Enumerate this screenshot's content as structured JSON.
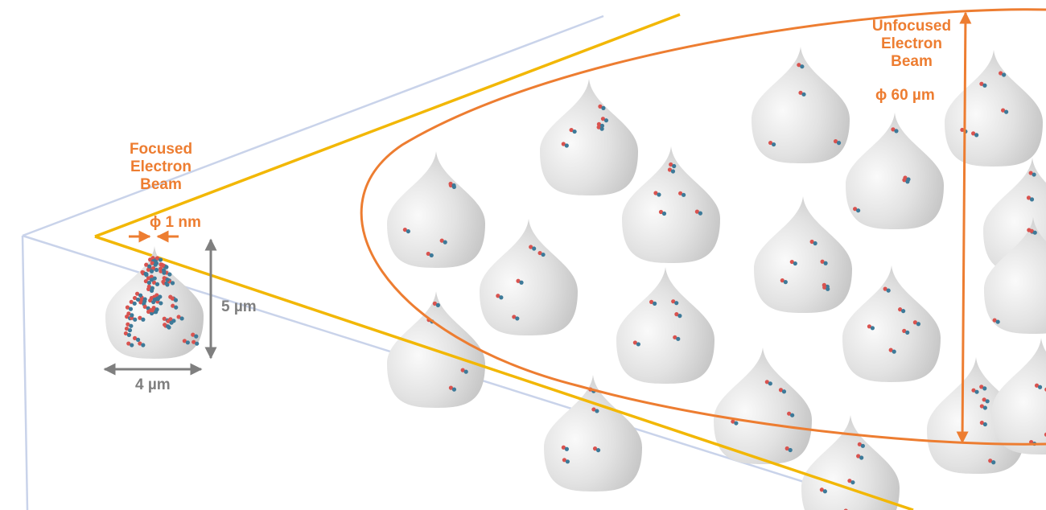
{
  "labels": {
    "focused_line1": "Focused",
    "focused_line2": "Electron",
    "focused_line3": "Beam",
    "focused_diameter": "ϕ 1 nm",
    "height": "5 µm",
    "width": "4 µm",
    "unfocused_line1": "Unfocused",
    "unfocused_line2": "Electron",
    "unfocused_line3": "Beam",
    "unfocused_diameter": "ϕ 60 µm"
  },
  "colors": {
    "orange": "#ED7D31",
    "yellow": "#F2B705",
    "gray": "#7f7f7f",
    "box_edges": "#c9d3ea",
    "droplet": "#d4d4d4",
    "particle_red": "#d9534f",
    "particle_blue": "#3d7a99"
  }
}
